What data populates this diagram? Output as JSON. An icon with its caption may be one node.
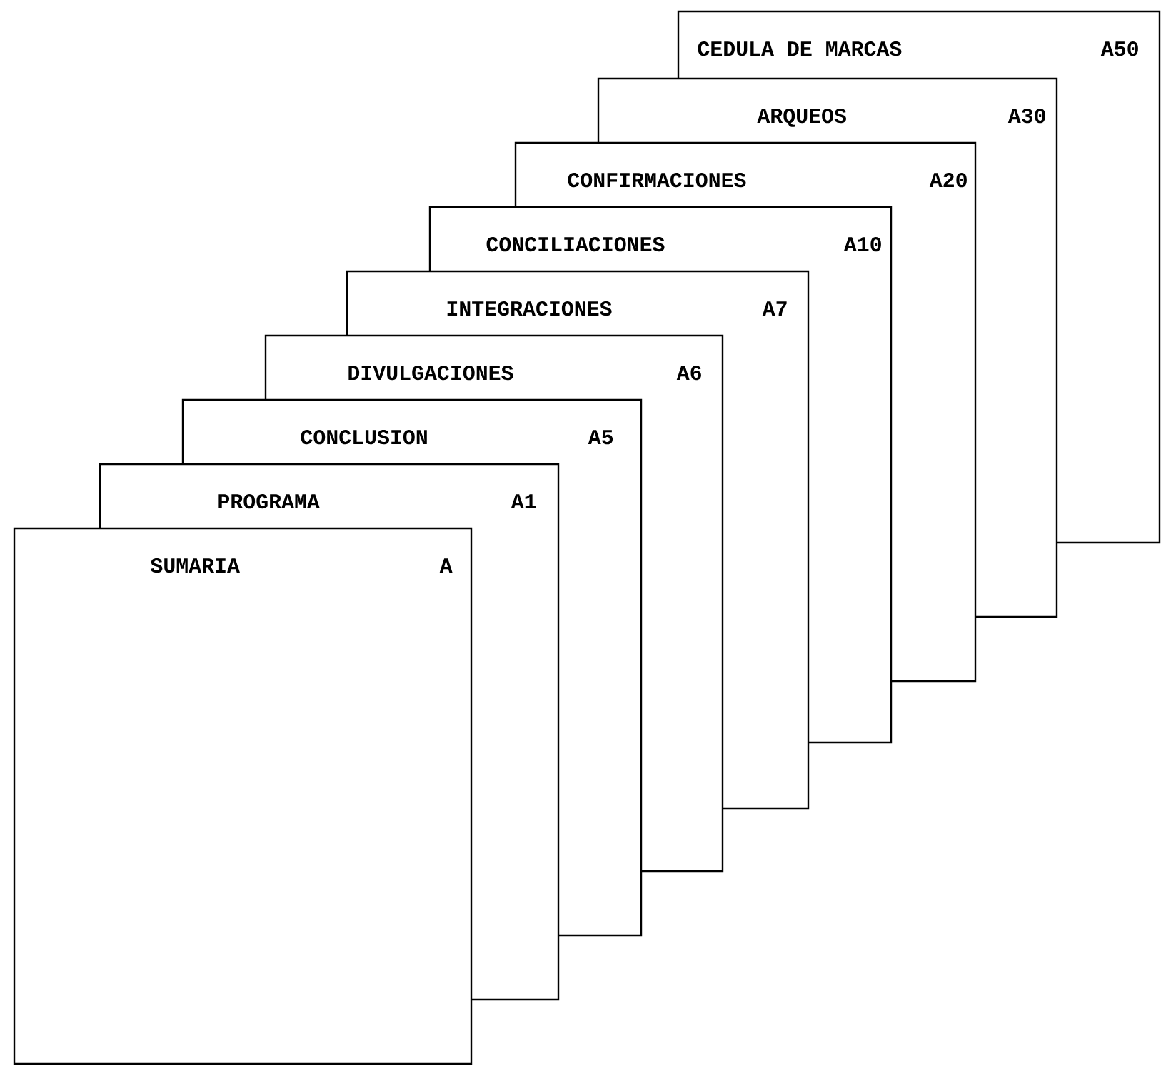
{
  "diagram": {
    "nodes": [
      {
        "text": [
          "CEDULA DE MARCAS",
          "A50"
        ]
      },
      {
        "text": [
          "ARQUEOS",
          "A30"
        ]
      },
      {
        "text": [
          "CONFIRMACIONES",
          "A20"
        ]
      },
      {
        "text": [
          "CONCILIACIONES",
          "A10"
        ]
      },
      {
        "text": [
          "INTEGRACIONES",
          "A7"
        ]
      },
      {
        "text": [
          "DIVULGACIONES",
          "A6"
        ]
      },
      {
        "text": [
          "CONCLUSION",
          "A5"
        ]
      },
      {
        "text": [
          "PROGRAMA",
          "A1"
        ]
      },
      {
        "text": [
          "SUMARIA",
          "A"
        ]
      }
    ]
  }
}
